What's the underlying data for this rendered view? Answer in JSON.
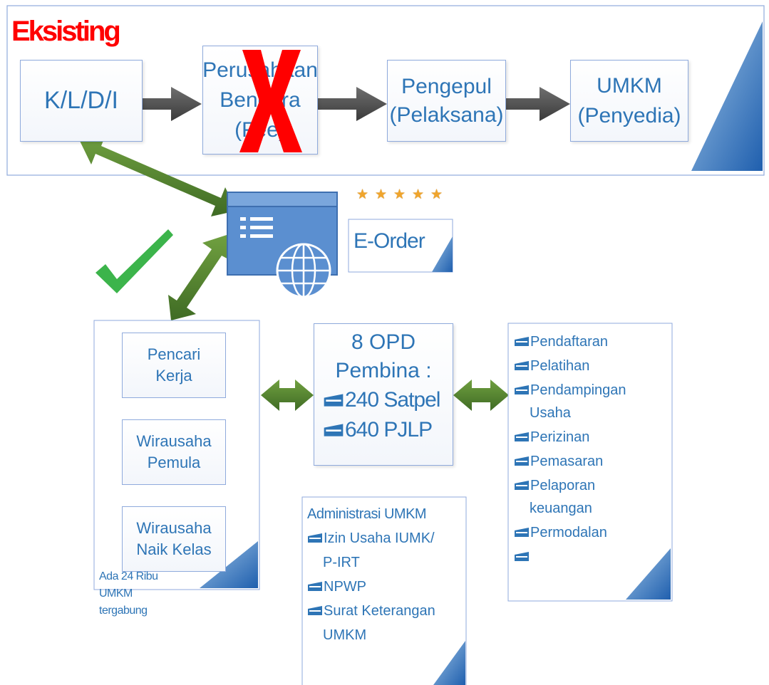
{
  "header": {
    "title": "Eksisting"
  },
  "flow": {
    "klldi": "K/L/D/I",
    "perusahaan": [
      "Perusahaan",
      "Bendera",
      "(Fee)"
    ],
    "pengepul": [
      "Pengepul",
      "(Pelaksana)"
    ],
    "umkm": [
      "UMKM",
      "(Penyedia)"
    ]
  },
  "eorder": {
    "label": "E-Order",
    "rating_stars": 5
  },
  "categories": {
    "items": [
      [
        "Pencari",
        "Kerja"
      ],
      [
        "Wirausaha",
        "Pemula"
      ],
      [
        "Wirausaha",
        "Naik Kelas"
      ]
    ],
    "note": [
      "Ada 24 Ribu",
      "UMKM",
      "tergabung"
    ]
  },
  "opd": {
    "title": [
      "8 OPD",
      "Pembina :"
    ],
    "items": [
      "240 Satpel",
      "640 PJLP"
    ]
  },
  "services": {
    "items": [
      [
        "Pendaftaran"
      ],
      [
        "Pelatihan"
      ],
      [
        "Pendampingan",
        "Usaha"
      ],
      [
        "Perizinan"
      ],
      [
        "Pemasaran"
      ],
      [
        "Pelaporan",
        "keuangan"
      ],
      [
        "Permodalan"
      ],
      [
        ""
      ]
    ]
  },
  "admin": {
    "title": "Administrasi UMKM",
    "items": [
      [
        "Izin Usaha IUMK/",
        "P-IRT"
      ],
      [
        "NPWP"
      ],
      [
        "Surat Keterangan",
        "UMKM"
      ]
    ]
  },
  "colors": {
    "accent_blue": "#2e75b6",
    "box_border": "#8faadc",
    "title_red": "#ff0000",
    "arrow_green": "#548235",
    "arrow_gray": "#595959",
    "check_green": "#3cb44b",
    "star_orange": "#f0a52c"
  }
}
